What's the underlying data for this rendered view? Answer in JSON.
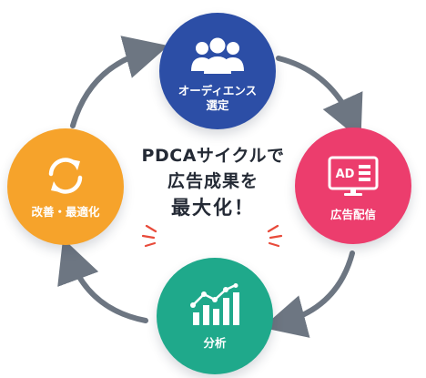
{
  "center": {
    "line1": "PDCAサイクルで",
    "line2": "広告成果を",
    "line3": "最大化！"
  },
  "nodes": [
    {
      "id": "target",
      "line1": "オーディエンス",
      "line2": "選定",
      "color": "#2c4ea6",
      "icon": "people-icon"
    },
    {
      "id": "ads",
      "line1": "広告配信",
      "color": "#ec3d6d",
      "icon": "ad-monitor-icon",
      "icon_text": "AD"
    },
    {
      "id": "analysis",
      "line1": "分析",
      "color": "#1fa98b",
      "icon": "bar-chart-icon"
    },
    {
      "id": "improve",
      "line1": "改善・最適化",
      "color": "#f6a32b",
      "icon": "refresh-cycle-icon"
    }
  ],
  "arrow_color": "#6d7682",
  "accent_color": "#e84a3a"
}
